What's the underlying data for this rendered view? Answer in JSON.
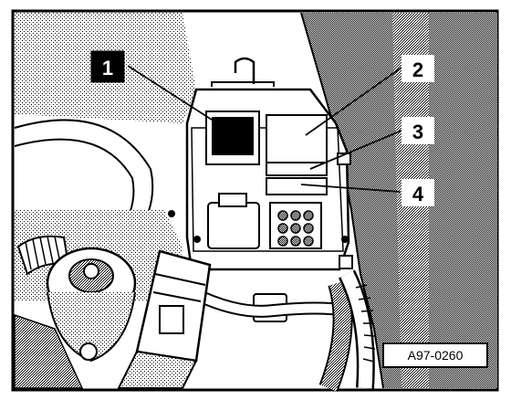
{
  "figure": {
    "reference_code": "A97-0260",
    "callouts": [
      {
        "id": "1",
        "label": "1",
        "style": "inverted"
      },
      {
        "id": "2",
        "label": "2",
        "style": "plain"
      },
      {
        "id": "3",
        "label": "3",
        "style": "plain"
      },
      {
        "id": "4",
        "label": "4",
        "style": "plain"
      }
    ],
    "colors": {
      "ink": "#000000",
      "paper": "#ffffff",
      "shade": "#9a9a9a"
    }
  }
}
